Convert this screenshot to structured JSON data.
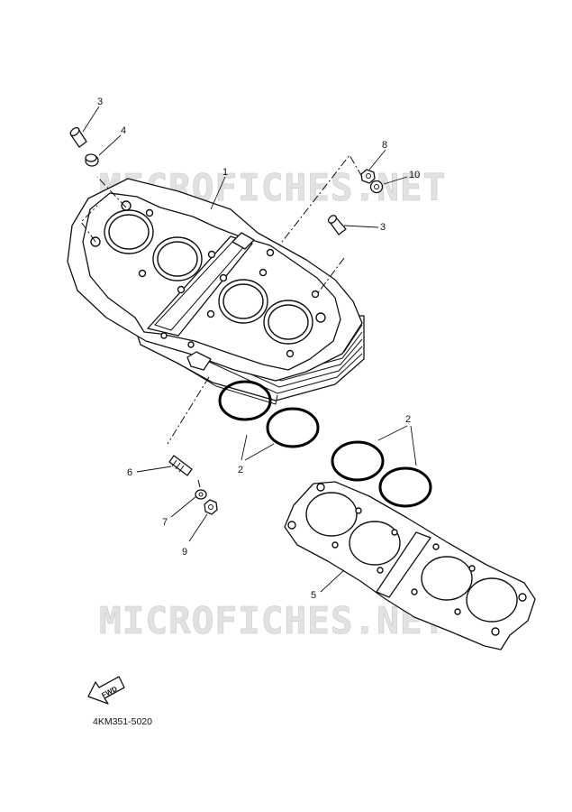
{
  "watermark": "MICROFICHES.NET",
  "callouts": {
    "c1": "1",
    "c2a": "2",
    "c2b": "2",
    "c3a": "3",
    "c3b": "3",
    "c4": "4",
    "c5": "5",
    "c6": "6",
    "c7": "7",
    "c8": "8",
    "c9": "9",
    "c10": "10"
  },
  "fwd_label": "FWD",
  "diagram_code": "4KM351-5020"
}
